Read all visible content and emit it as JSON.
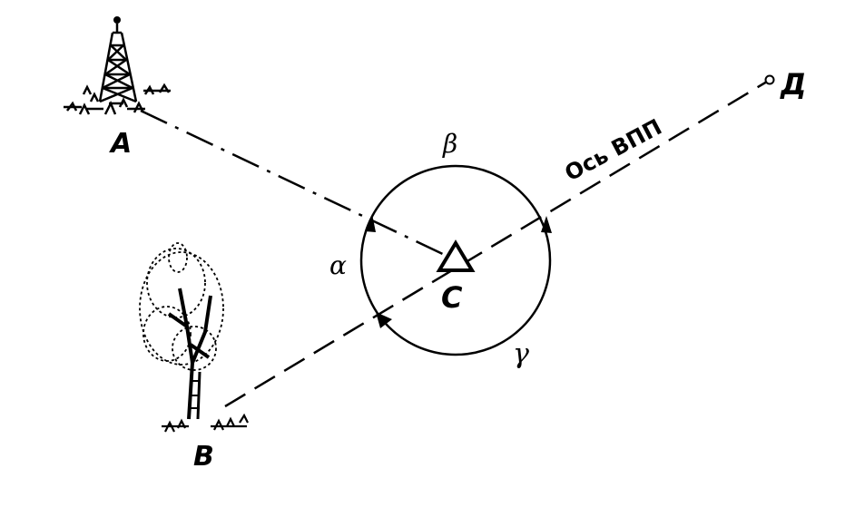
{
  "points": {
    "A": "А",
    "B": "В",
    "C": "С",
    "D": "Д"
  },
  "angles": {
    "alpha": "α",
    "beta": "β",
    "gamma": "γ"
  },
  "runway_axis_label": "Ось ВПП",
  "icons": [
    "radio-tower-icon",
    "tree-icon",
    "triangle-station-icon"
  ],
  "colors": {
    "ink": "#000000",
    "background": "#ffffff"
  }
}
